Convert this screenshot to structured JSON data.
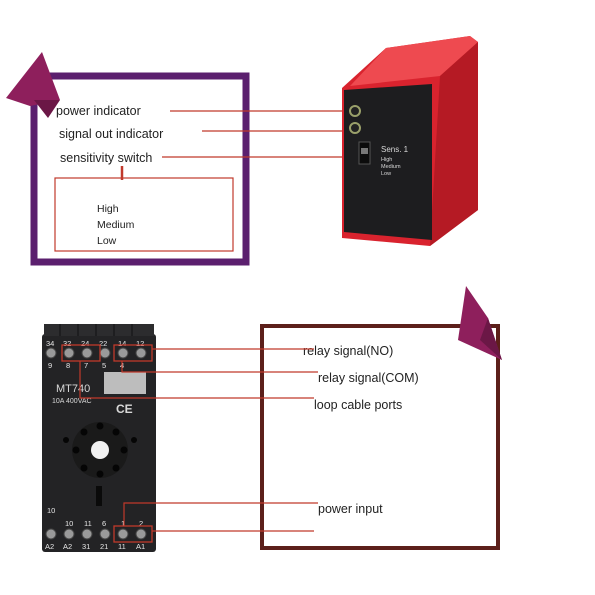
{
  "top_panel": {
    "labels": {
      "power_indicator": "power indicator",
      "signal_out_indicator": "signal out indicator",
      "sensitivity_switch": "sensitivity switch"
    },
    "sensitivity_levels": [
      "High",
      "Medium",
      "Low"
    ]
  },
  "detector_device": {
    "switch_title": "Sens. 1",
    "switch_levels": [
      "High",
      "Medium",
      "Low"
    ]
  },
  "relay_base": {
    "model": "MT740",
    "rating": "10A 400VAC",
    "mark": "CE",
    "top_terminals": [
      "34",
      "32",
      "24",
      "22",
      "14",
      "12"
    ],
    "top_subnumbers": [
      "9",
      "8",
      "7",
      "5",
      "4"
    ],
    "bottom_subnumbers": [
      "10",
      "10",
      "11",
      "6",
      "1",
      "2"
    ],
    "bottom_terminals": [
      "A2",
      "A2",
      "31",
      "21",
      "11",
      "A1"
    ]
  },
  "bottom_panel": {
    "labels": {
      "relay_no": "relay signal(NO)",
      "relay_com": "relay signal(COM)",
      "loop_ports": "loop cable ports",
      "power_input": "power input"
    }
  },
  "colors": {
    "purple_frame": "#5b1f6e",
    "brown_frame": "#5c1f1a",
    "accent_magenta": "#8e1f5c",
    "wire_red": "#c0392b",
    "device_red": "#d9232e"
  }
}
